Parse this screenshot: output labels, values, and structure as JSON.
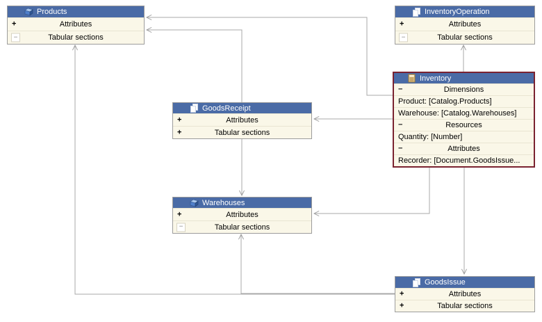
{
  "colors": {
    "header_bg": "#4a6ba6",
    "header_text": "#ffffff",
    "row_bg": "#faf7e8",
    "row_border": "#e9e5d2",
    "box_border": "#9c9c9c",
    "highlight_border": "#7a2230",
    "connector": "#a8a8a8",
    "expander_plus": "#000000",
    "expander_minus": "#8a8a8a"
  },
  "boxes": [
    {
      "title": "Products",
      "icon": "catalog-icon",
      "rows": [
        {
          "expander": "+",
          "label": "Attributes"
        },
        {
          "expander": "−",
          "label": "Tabular sections"
        }
      ]
    },
    {
      "title": "InventoryOperation",
      "icon": "document-icon",
      "rows": [
        {
          "expander": "+",
          "label": "Attributes"
        },
        {
          "expander": "−",
          "label": "Tabular sections"
        }
      ]
    },
    {
      "title": "GoodsReceipt",
      "icon": "document-icon",
      "rows": [
        {
          "expander": "+",
          "label": "Attributes"
        },
        {
          "expander": "+",
          "label": "Tabular sections"
        }
      ]
    },
    {
      "title": "Inventory",
      "icon": "register-icon",
      "highlighted": true,
      "rows": [
        {
          "expander": "−",
          "label": "Dimensions"
        },
        {
          "label": "Product: [Catalog.Products]"
        },
        {
          "label": "Warehouse: [Catalog.Warehouses]"
        },
        {
          "expander": "−",
          "label": "Resources"
        },
        {
          "label": "Quantity: [Number]"
        },
        {
          "expander": "−",
          "label": "Attributes"
        },
        {
          "label": "Recorder: [Document.GoodsIssue..."
        }
      ]
    },
    {
      "title": "Warehouses",
      "icon": "catalog-icon",
      "rows": [
        {
          "expander": "+",
          "label": "Attributes"
        },
        {
          "expander": "−",
          "label": "Tabular sections"
        }
      ]
    },
    {
      "title": "GoodsIssue",
      "icon": "document-icon",
      "rows": [
        {
          "expander": "+",
          "label": "Attributes"
        },
        {
          "expander": "+",
          "label": "Tabular sections"
        }
      ]
    }
  ]
}
